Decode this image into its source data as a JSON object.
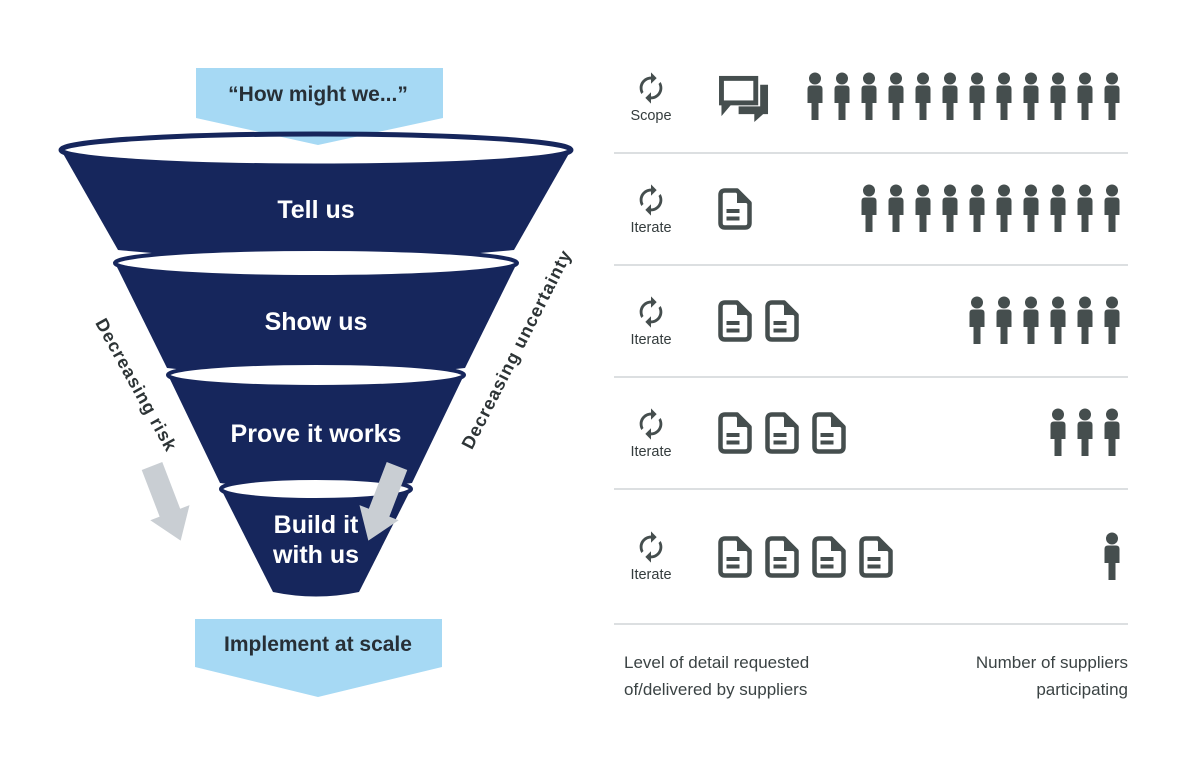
{
  "funnel": {
    "top_banner": "“How might we...”",
    "bottom_banner": "Implement at scale",
    "stages": [
      {
        "lines": [
          "Tell us"
        ]
      },
      {
        "lines": [
          "Show us"
        ]
      },
      {
        "lines": [
          "Prove it works"
        ]
      },
      {
        "lines": [
          "Build it",
          "with us"
        ]
      }
    ],
    "left_axis": "Decreasing risk",
    "right_axis": "Decreasing uncertainty",
    "colors": {
      "funnel_navy": "#16265c",
      "banner_blue": "#a6d9f4",
      "arrow_gray": "#c9ced3",
      "icon_gray": "#454e4e",
      "divider_gray": "#dcdfe1"
    }
  },
  "process_table": {
    "rows": [
      {
        "phase": "Scope",
        "detail_icon": "chat-icon",
        "documents": 0,
        "suppliers": 12
      },
      {
        "phase": "Iterate",
        "detail_icon": "document-icon",
        "documents": 1,
        "suppliers": 10
      },
      {
        "phase": "Iterate",
        "detail_icon": "document-icon",
        "documents": 2,
        "suppliers": 6
      },
      {
        "phase": "Iterate",
        "detail_icon": "document-icon",
        "documents": 3,
        "suppliers": 3
      },
      {
        "phase": "Iterate",
        "detail_icon": "document-icon",
        "documents": 4,
        "suppliers": 1
      }
    ],
    "captions": {
      "left_lines": [
        "Level of detail requested",
        "of/delivered by suppliers"
      ],
      "right_lines": [
        "Number of suppliers",
        "participating"
      ]
    }
  }
}
